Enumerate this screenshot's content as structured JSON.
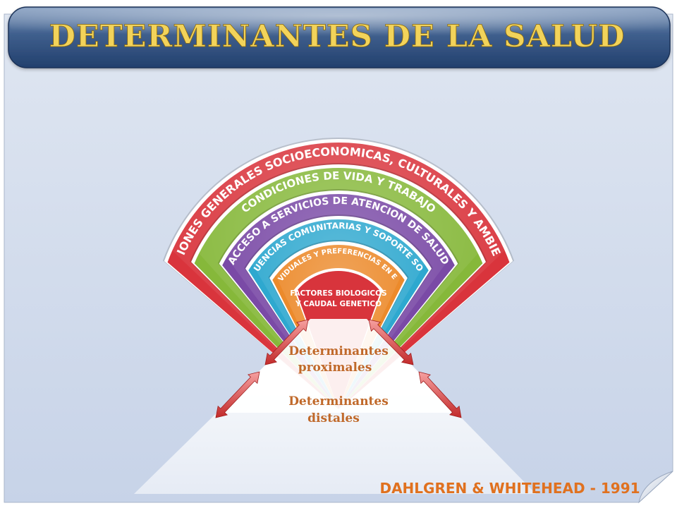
{
  "title": "DETERMINANTES DE LA SALUD",
  "layers": [
    {
      "label": "CONDICIONES GENERALES SOCIOECONOMICAS, CULTURALES Y AMBIENTALES",
      "color": "#d9343c"
    },
    {
      "label": "CONDICIONES DE VIDA Y TRABAJO",
      "color": "#86b83a"
    },
    {
      "label": "ACCESO A SERVICIOS DE ATENCION DE SALUD",
      "color": "#7a4aa6"
    },
    {
      "label": "INFLUENCIAS COMUNITARIAS Y SOPORTE SOCIAL",
      "color": "#2ea8cf"
    },
    {
      "label": "FACTORES INDIVIDUALES Y PREFERENCIAS EN ESTILOS DE VIDA",
      "color": "#ec8a2b"
    }
  ],
  "center": {
    "line1": "FACTORES BIOLOGICOS",
    "line2": "Y CAUDAL GENETICO",
    "color": "#d8343c"
  },
  "proximal": {
    "line1": "Determinantes",
    "line2": "proximales"
  },
  "distal": {
    "line1": "Determinantes",
    "line2": "distales"
  },
  "credit": "DAHLGREN & WHITEHEAD - 1991"
}
